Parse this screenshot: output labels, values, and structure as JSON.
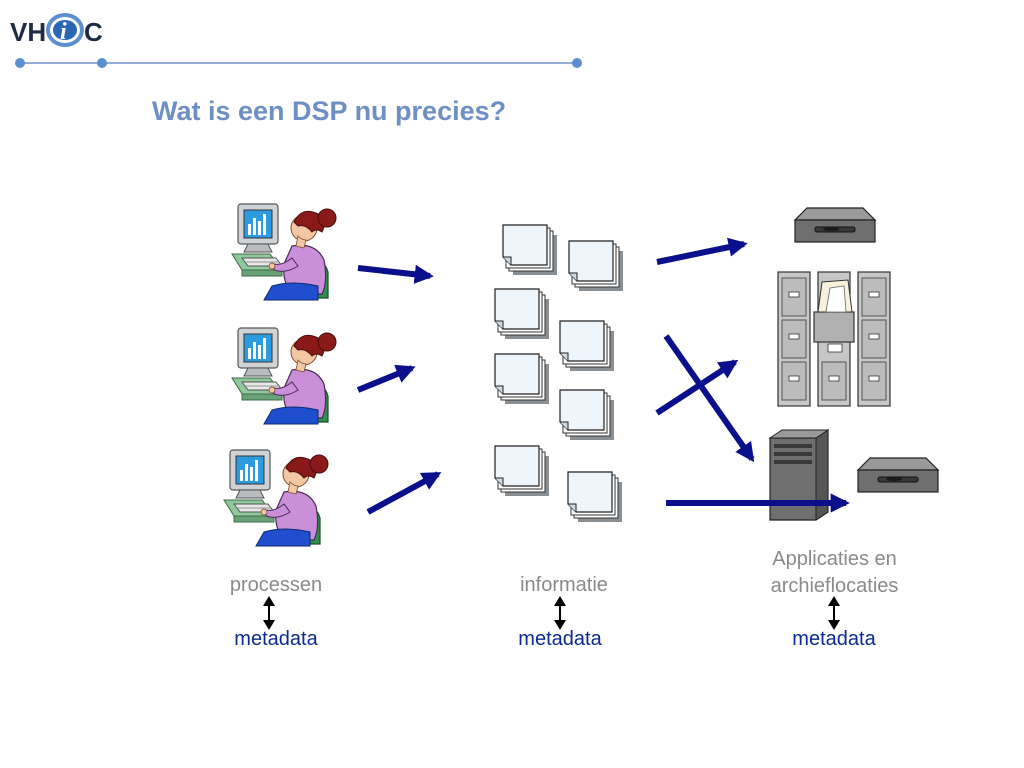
{
  "logo": {
    "text_left": "VH",
    "text_mid": "i",
    "text_right": "C"
  },
  "title": "Wat is een DSP nu precies?",
  "labels": {
    "processen": "processen",
    "informatie": "informatie",
    "applicaties_line1": "Applicaties en",
    "applicaties_line2": "archieflocaties"
  },
  "metadata": [
    "metadata",
    "metadata",
    "metadata"
  ],
  "colors": {
    "title": "#6d8fc4",
    "arrow": "#0a0f8c",
    "metadata_text": "#0c2a8f",
    "grey_text": "#8a8a8a",
    "header_line": "#6f90c8"
  }
}
